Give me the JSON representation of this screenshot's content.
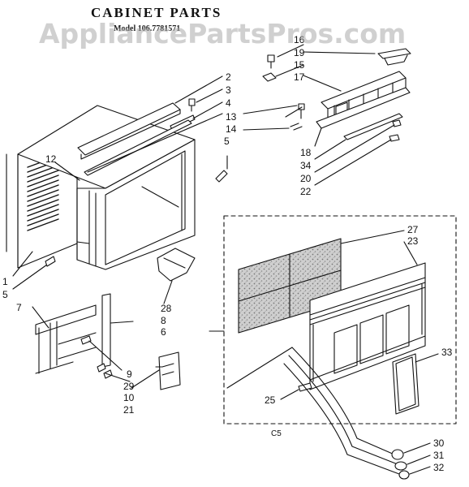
{
  "header": {
    "title": "CABINET PARTS",
    "model": "Model 106.7781571",
    "watermark": "AppliancePartsPros.com"
  },
  "section_label": "C5",
  "callouts": {
    "n1": "1",
    "n2": "2",
    "n3": "3",
    "n4": "4",
    "n5a": "5",
    "n5b": "5",
    "n6": "6",
    "n7": "7",
    "n8": "8",
    "n9": "9",
    "n10": "10",
    "n12": "12",
    "n13": "13",
    "n14": "14",
    "n15": "15",
    "n16": "16",
    "n17": "17",
    "n18": "18",
    "n19": "19",
    "n20": "20",
    "n21": "21",
    "n22": "22",
    "n23": "23",
    "n25": "25",
    "n27": "27",
    "n28": "28",
    "n29": "29",
    "n30": "30",
    "n31": "31",
    "n32": "32",
    "n33": "33",
    "n34": "34"
  },
  "colors": {
    "ink": "#111111",
    "filter_fill": "#b9b9b9",
    "watermark": "#aaaaaa"
  }
}
